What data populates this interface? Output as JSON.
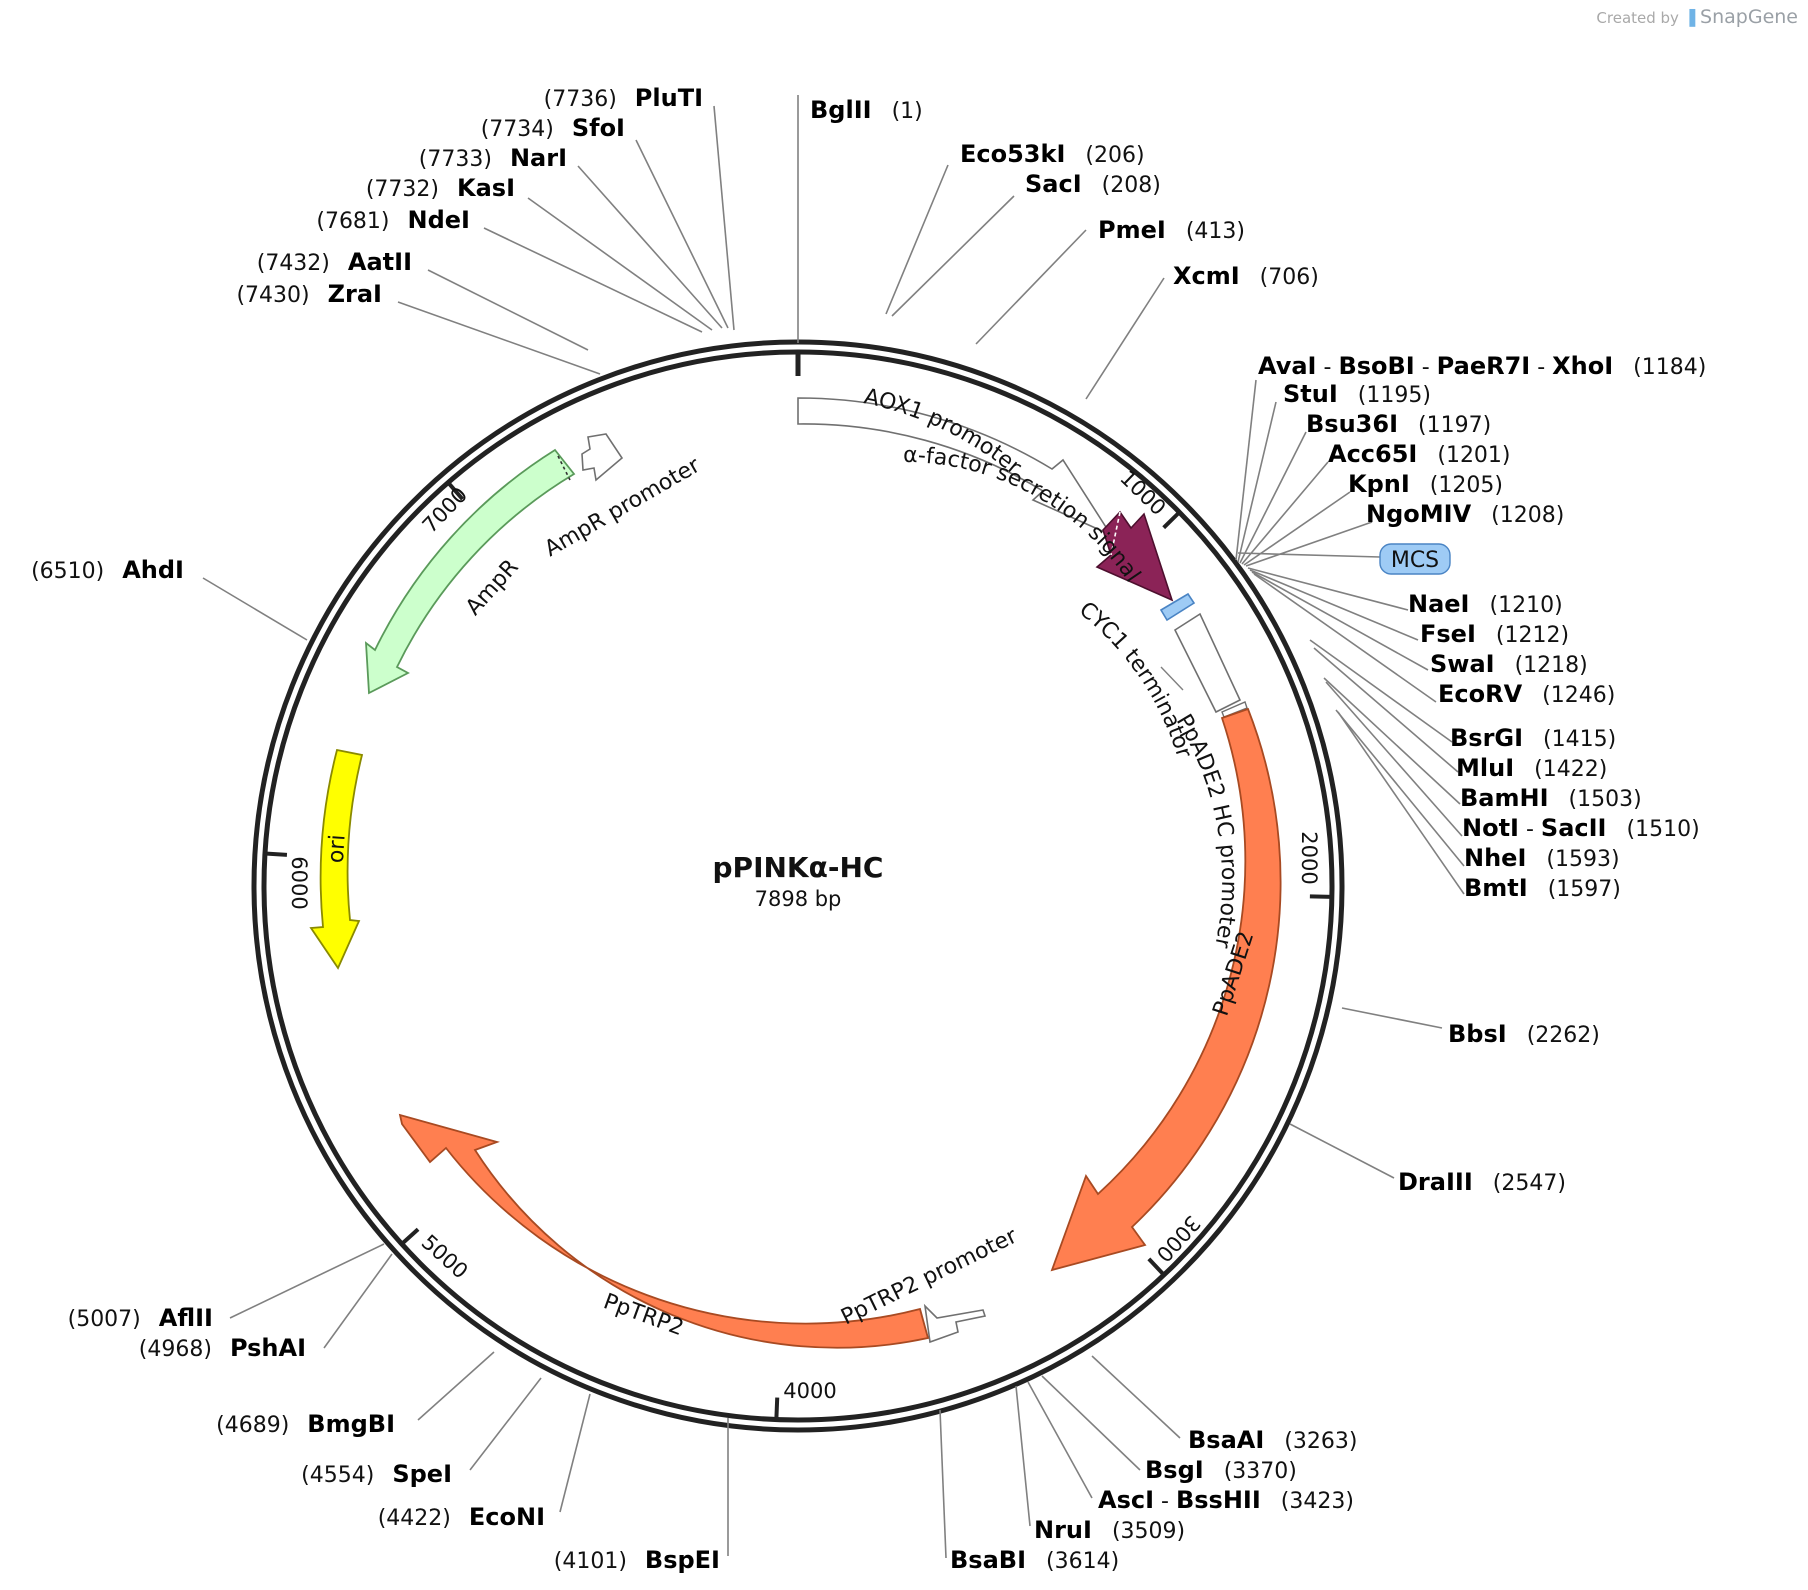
{
  "credit": {
    "prefix": "Created by",
    "brand": "SnapGene"
  },
  "plasmid": {
    "name": "pPINKα-HC",
    "length_label": "7898 bp",
    "length": 7898
  },
  "ticks": [
    {
      "label": "1000",
      "bp": 1000
    },
    {
      "label": "2000",
      "bp": 2000
    },
    {
      "label": "3000",
      "bp": 3000
    },
    {
      "label": "4000",
      "bp": 4000
    },
    {
      "label": "5000",
      "bp": 5000
    },
    {
      "label": "6000",
      "bp": 6000
    },
    {
      "label": "7000",
      "bp": 7000
    }
  ],
  "features": [
    {
      "name": "AOX1 promoter",
      "label": "AOX1 promoter",
      "color": "#ffffff",
      "stroke": "#707070",
      "direction": "forward"
    },
    {
      "name": "α-factor secretion signal",
      "label": "α-factor secretion signal",
      "color": "#8b2357",
      "stroke": "#4d0f2e",
      "direction": "forward"
    },
    {
      "name": "MCS",
      "label": "MCS",
      "color": "#9ecbf5",
      "stroke": "#4a84c4",
      "direction": "none"
    },
    {
      "name": "CYC1 terminator",
      "label": "CYC1 terminator",
      "color": "#ffffff",
      "stroke": "#707070",
      "direction": "none"
    },
    {
      "name": "PpADE2 HC promoter",
      "label": "PpADE2 HC promoter",
      "color": "#ffffff",
      "stroke": "#707070",
      "direction": "none"
    },
    {
      "name": "PpADE2",
      "label": "PpADE2",
      "color": "#ff7f50",
      "stroke": "#a84a22",
      "direction": "forward"
    },
    {
      "name": "PpTRP2 promoter",
      "label": "PpTRP2 promoter",
      "color": "#ffffff",
      "stroke": "#707070",
      "direction": "reverse"
    },
    {
      "name": "PpTRP2",
      "label": "PpTRP2",
      "color": "#ff7f50",
      "stroke": "#a84a22",
      "direction": "reverse"
    },
    {
      "name": "ori",
      "label": "ori",
      "color": "#ffff00",
      "stroke": "#8a8a00",
      "direction": "reverse"
    },
    {
      "name": "AmpR",
      "label": "AmpR",
      "color": "#ccffcc",
      "stroke": "#5a9a5a",
      "direction": "reverse"
    },
    {
      "name": "AmpR promoter",
      "label": "AmpR promoter",
      "color": "#ffffff",
      "stroke": "#707070",
      "direction": "reverse"
    }
  ],
  "sites": [
    {
      "names": [
        "BglII"
      ],
      "position": "(1)"
    },
    {
      "names": [
        "Eco53kI"
      ],
      "position": "(206)"
    },
    {
      "names": [
        "SacI"
      ],
      "position": "(208)"
    },
    {
      "names": [
        "PmeI"
      ],
      "position": "(413)"
    },
    {
      "names": [
        "XcmI"
      ],
      "position": "(706)"
    },
    {
      "names": [
        "AvaI",
        "BsoBI",
        "PaeR7I",
        "XhoI"
      ],
      "position": "(1184)"
    },
    {
      "names": [
        "StuI"
      ],
      "position": "(1195)"
    },
    {
      "names": [
        "Bsu36I"
      ],
      "position": "(1197)"
    },
    {
      "names": [
        "Acc65I"
      ],
      "position": "(1201)"
    },
    {
      "names": [
        "KpnI"
      ],
      "position": "(1205)"
    },
    {
      "names": [
        "NgoMIV"
      ],
      "position": "(1208)"
    },
    {
      "names": [
        "NaeI"
      ],
      "position": "(1210)"
    },
    {
      "names": [
        "FseI"
      ],
      "position": "(1212)"
    },
    {
      "names": [
        "SwaI"
      ],
      "position": "(1218)"
    },
    {
      "names": [
        "EcoRV"
      ],
      "position": "(1246)"
    },
    {
      "names": [
        "BsrGI"
      ],
      "position": "(1415)"
    },
    {
      "names": [
        "MluI"
      ],
      "position": "(1422)"
    },
    {
      "names": [
        "BamHI"
      ],
      "position": "(1503)"
    },
    {
      "names": [
        "NotI",
        "SacII"
      ],
      "position": "(1510)"
    },
    {
      "names": [
        "NheI"
      ],
      "position": "(1593)"
    },
    {
      "names": [
        "BmtI"
      ],
      "position": "(1597)"
    },
    {
      "names": [
        "BbsI"
      ],
      "position": "(2262)"
    },
    {
      "names": [
        "DraIII"
      ],
      "position": "(2547)"
    },
    {
      "names": [
        "BsaAI"
      ],
      "position": "(3263)"
    },
    {
      "names": [
        "BsgI"
      ],
      "position": "(3370)"
    },
    {
      "names": [
        "AscI",
        "BssHII"
      ],
      "position": "(3423)"
    },
    {
      "names": [
        "NruI"
      ],
      "position": "(3509)"
    },
    {
      "names": [
        "BsaBI"
      ],
      "position": "(3614)"
    },
    {
      "names": [
        "BspEI"
      ],
      "position": "(4101)"
    },
    {
      "names": [
        "EcoNI"
      ],
      "position": "(4422)"
    },
    {
      "names": [
        "SpeI"
      ],
      "position": "(4554)"
    },
    {
      "names": [
        "BmgBI"
      ],
      "position": "(4689)"
    },
    {
      "names": [
        "PshAI"
      ],
      "position": "(4968)"
    },
    {
      "names": [
        "AflII"
      ],
      "position": "(5007)"
    },
    {
      "names": [
        "AhdI"
      ],
      "position": "(6510)"
    },
    {
      "names": [
        "ZraI"
      ],
      "position": "(7430)"
    },
    {
      "names": [
        "AatII"
      ],
      "position": "(7432)"
    },
    {
      "names": [
        "NdeI"
      ],
      "position": "(7681)"
    },
    {
      "names": [
        "KasI"
      ],
      "position": "(7732)"
    },
    {
      "names": [
        "NarI"
      ],
      "position": "(7733)"
    },
    {
      "names": [
        "SfoI"
      ],
      "position": "(7734)"
    },
    {
      "names": [
        "PluTI"
      ],
      "position": "(7736)"
    }
  ]
}
